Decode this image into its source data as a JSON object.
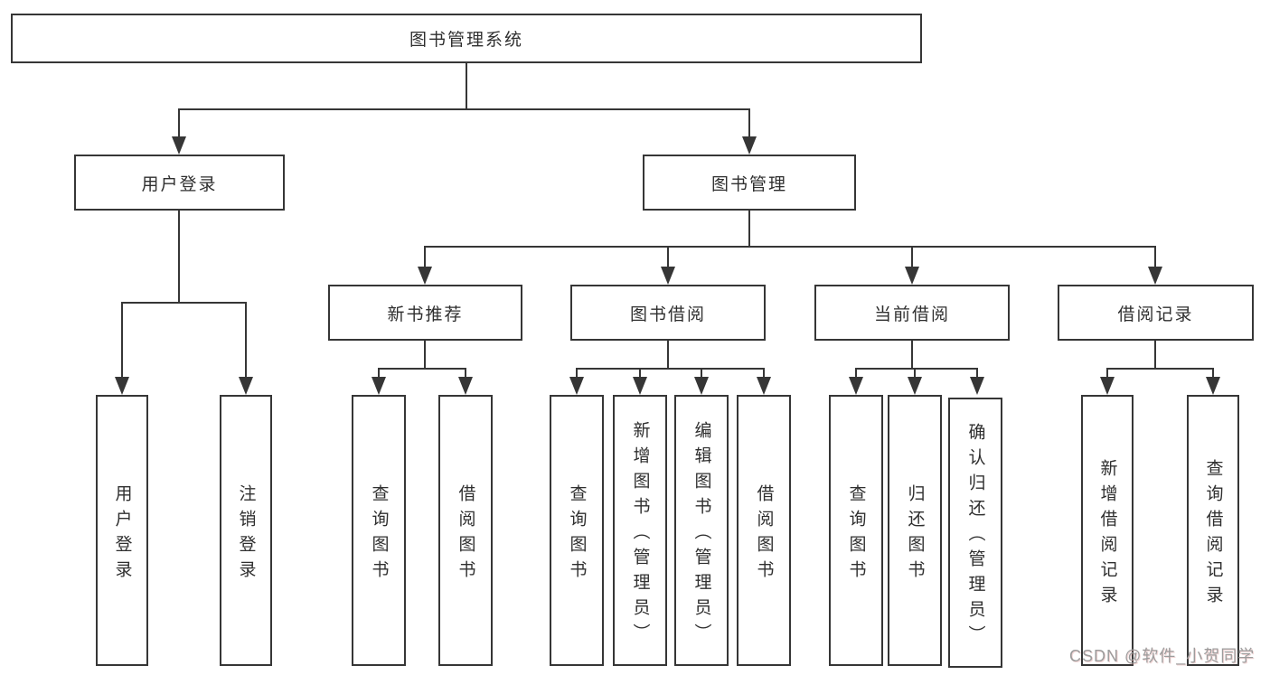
{
  "diagram": {
    "root": {
      "label": "图书管理系统"
    },
    "level2": {
      "user": {
        "label": "用户登录"
      },
      "management": {
        "label": "图书管理"
      }
    },
    "level3": {
      "recommend": {
        "label": "新书推荐"
      },
      "borrow": {
        "label": "图书借阅"
      },
      "current": {
        "label": "当前借阅"
      },
      "records": {
        "label": "借阅记录"
      }
    },
    "leaves": {
      "user": [
        "用户登录",
        "注销登录"
      ],
      "recommend": [
        "查询图书",
        "借阅图书"
      ],
      "borrow": [
        "查询图书",
        "新增图书（管理员）",
        "编辑图书（管理员）",
        "借阅图书"
      ],
      "current": [
        "查询图书",
        "归还图书",
        "确认归还（管理员）"
      ],
      "records": [
        "新增借阅记录",
        "查询借阅记录"
      ]
    }
  },
  "watermark": {
    "text": "CSDN @软件_小贺同学"
  },
  "colors": {
    "line": "#363636",
    "node_border": "#363636",
    "node_fill": "#ffffff",
    "text": "#2f2f2f",
    "watermark": "#9c9c9c",
    "background": "#ffffff"
  }
}
